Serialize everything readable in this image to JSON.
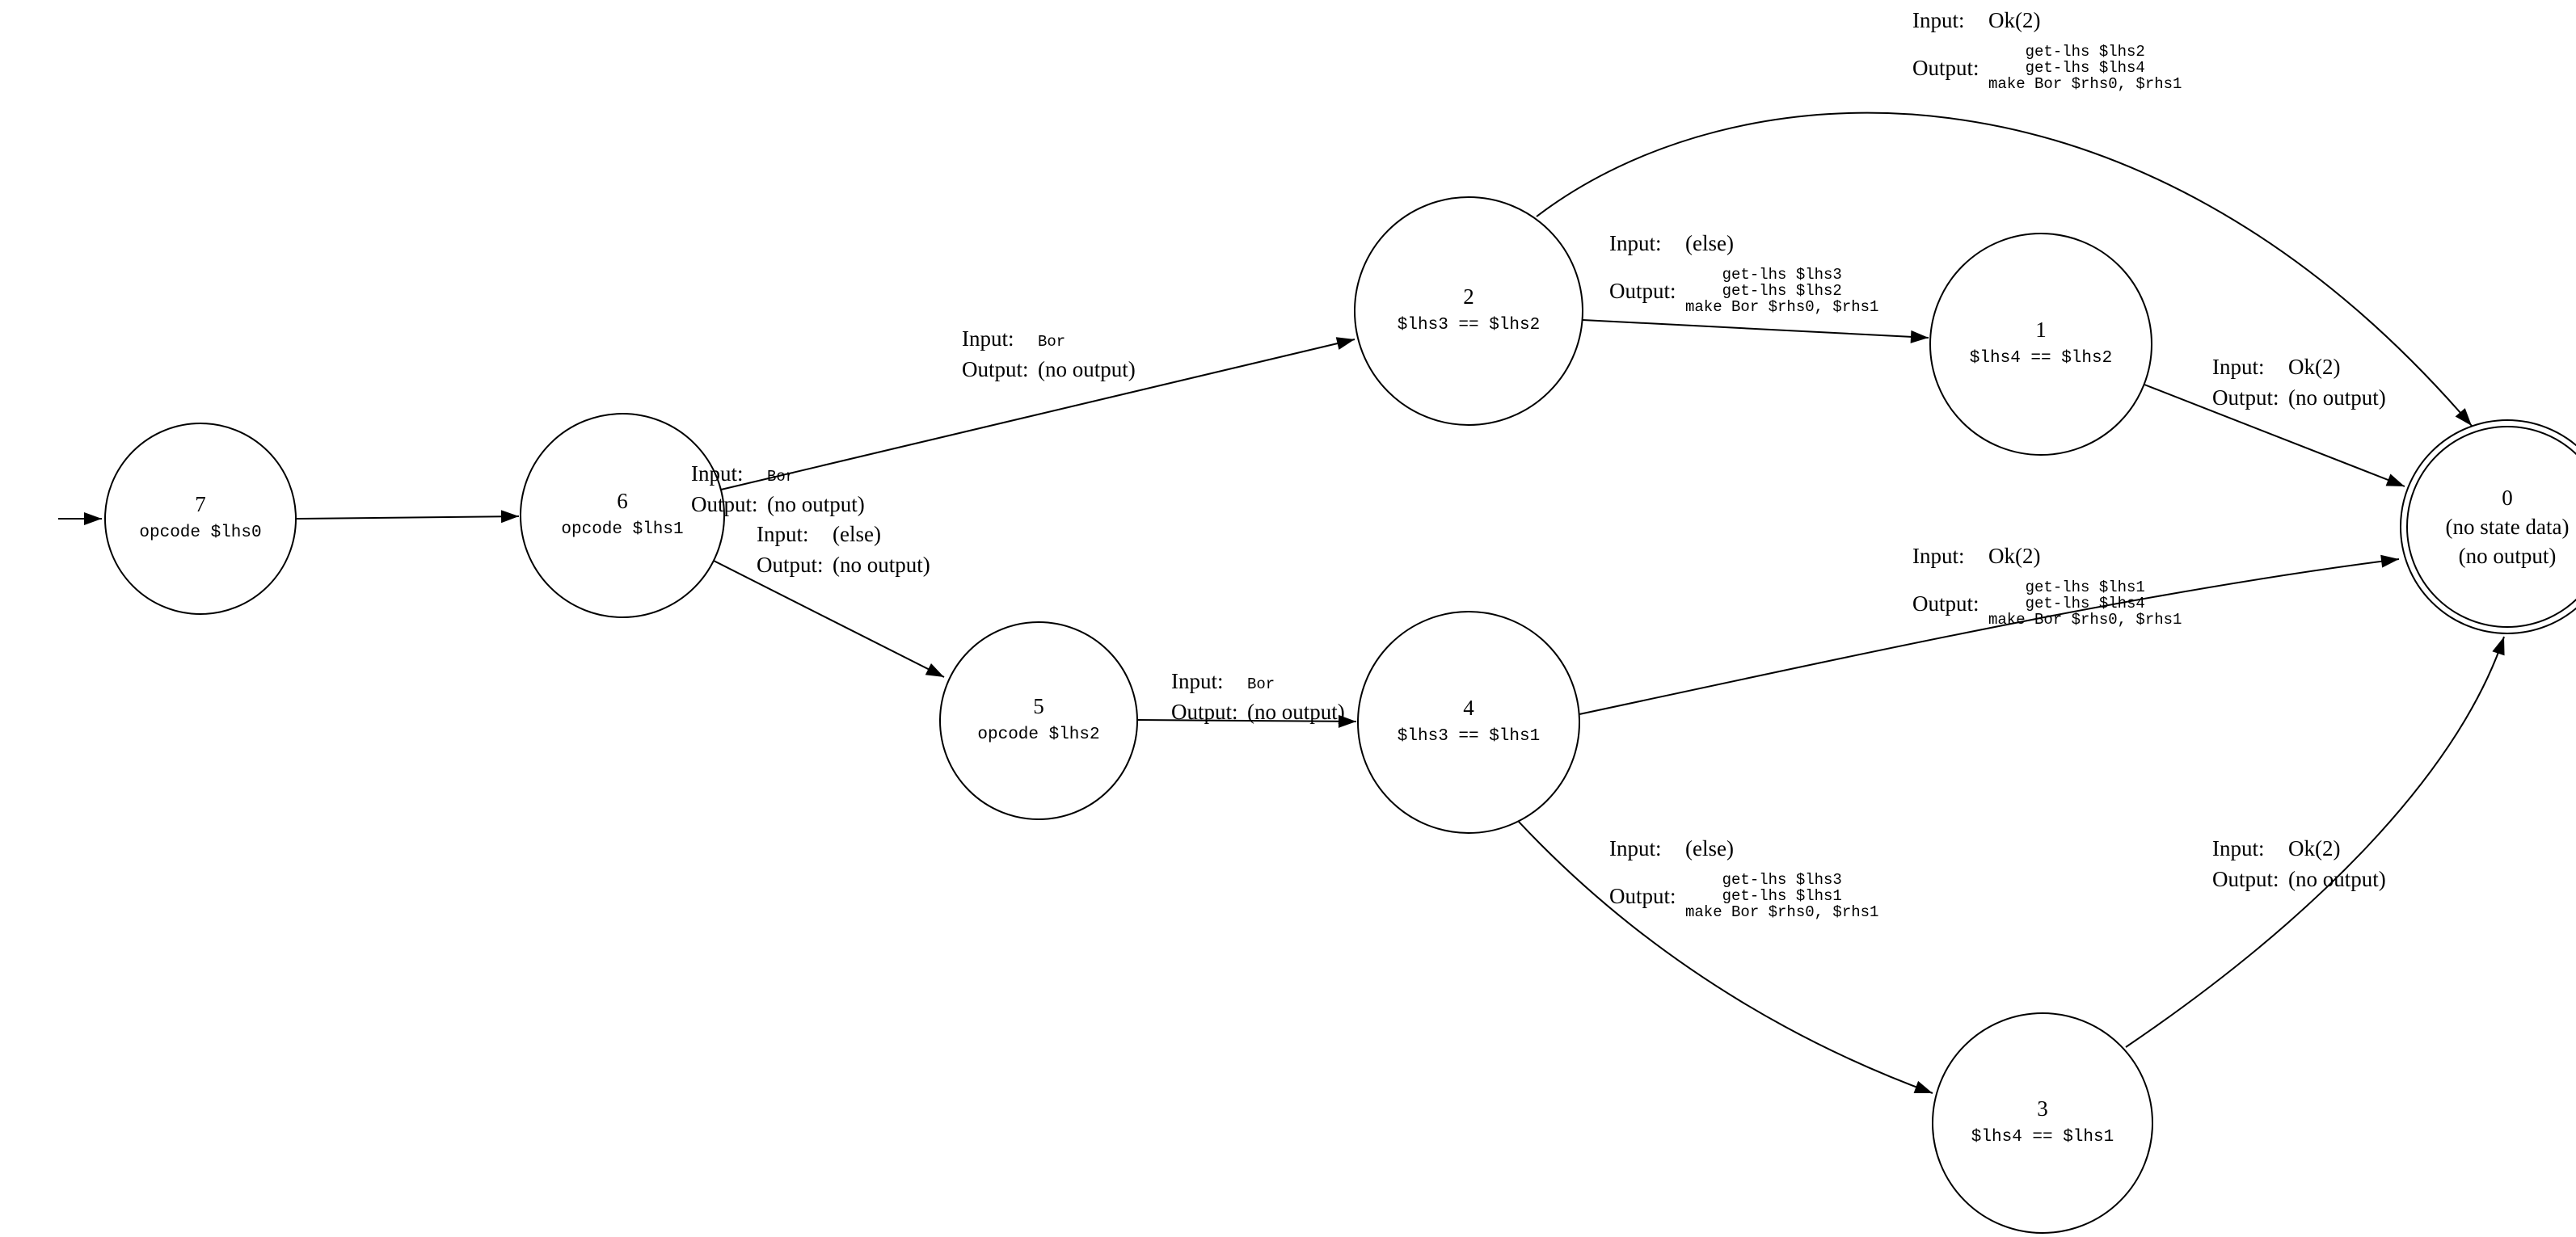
{
  "labels": {
    "input": "Input:",
    "output": "Output:"
  },
  "nodes": {
    "n7": {
      "id": "7",
      "detail": "opcode $lhs0"
    },
    "n6": {
      "id": "6",
      "detail": "opcode $lhs1"
    },
    "n5": {
      "id": "5",
      "detail": "opcode $lhs2"
    },
    "n4": {
      "id": "4",
      "detail": "$lhs3 == $lhs1"
    },
    "n3": {
      "id": "3",
      "detail": "$lhs4 == $lhs1"
    },
    "n2": {
      "id": "2",
      "detail": "$lhs3 == $lhs2"
    },
    "n1": {
      "id": "1",
      "detail": "$lhs4 == $lhs2"
    },
    "n0": {
      "id": "0",
      "detail": "(no state data)",
      "detail2": "(no output)"
    }
  },
  "edges": {
    "e7_6": {
      "input": "Bor",
      "output": "(no output)"
    },
    "e6_2": {
      "input": "Bor",
      "output": "(no output)"
    },
    "e6_5": {
      "input": "(else)",
      "output": "(no output)"
    },
    "e5_4": {
      "input": "Bor",
      "output": "(no output)"
    },
    "e2_0": {
      "input": "Ok(2)",
      "output": [
        "get-lhs $lhs2",
        "get-lhs $lhs4",
        "make Bor $rhs0, $rhs1"
      ]
    },
    "e2_1": {
      "input": "(else)",
      "output": [
        "get-lhs $lhs3",
        "get-lhs $lhs2",
        "make Bor $rhs0, $rhs1"
      ]
    },
    "e1_0": {
      "input": "Ok(2)",
      "output": "(no output)"
    },
    "e4_0": {
      "input": "Ok(2)",
      "output": [
        "get-lhs $lhs1",
        "get-lhs $lhs4",
        "make Bor $rhs0, $rhs1"
      ]
    },
    "e4_3": {
      "input": "(else)",
      "output": [
        "get-lhs $lhs3",
        "get-lhs $lhs1",
        "make Bor $rhs0, $rhs1"
      ]
    },
    "e3_0": {
      "input": "Ok(2)",
      "output": "(no output)"
    }
  }
}
